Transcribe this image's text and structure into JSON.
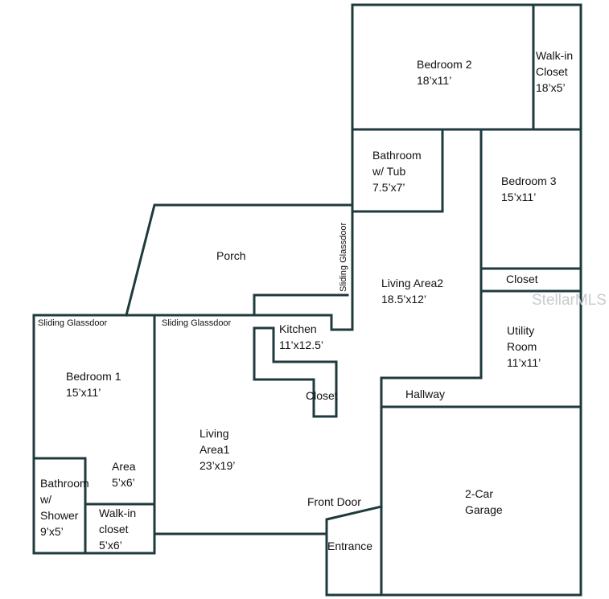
{
  "rooms": {
    "bedroom2": {
      "name": "Bedroom 2",
      "dim": "18’x11’"
    },
    "walkin_closet_top": {
      "line1": "Walk-in",
      "line2": "Closet",
      "dim": "18’x5’"
    },
    "bathroom_tub": {
      "line1": "Bathroom",
      "line2": "w/ Tub",
      "dim": "7.5’x7’"
    },
    "bedroom3": {
      "name": "Bedroom 3",
      "dim": "15’x11’"
    },
    "porch": {
      "name": "Porch"
    },
    "living_area2": {
      "name": "Living Area2",
      "dim": "18.5’x12’"
    },
    "closet_b3": {
      "name": "Closet"
    },
    "kitchen": {
      "name": "Kitchen",
      "dim": "11’x12.5’"
    },
    "utility_room": {
      "line1": "Utility",
      "line2": "Room",
      "dim": "11’x11’"
    },
    "bedroom1": {
      "name": "Bedroom 1",
      "dim": "15’x11’"
    },
    "closet_kitchen": {
      "name": "Closet"
    },
    "hallway": {
      "name": "Hallway"
    },
    "living_area1": {
      "line1": "Living",
      "line2": "Area1",
      "dim": "23’x19’"
    },
    "area": {
      "name": "Area",
      "dim": "5’x6’"
    },
    "bathroom_shower": {
      "line1": "Bathroom",
      "line2": "w/",
      "line3": "Shower",
      "dim": "9’x5’"
    },
    "walkin_closet_bottom": {
      "line1": "Walk-in",
      "line2": "closet",
      "dim": "5’x6’"
    },
    "garage": {
      "line1": "2-Car",
      "line2": "Garage"
    },
    "entrance": {
      "name": "Entrance"
    }
  },
  "labels": {
    "front_door": "Front Door",
    "sliding_glassdoor_left": "Sliding Glassdoor",
    "sliding_glassdoor_mid": "Sliding Glassdoor",
    "sliding_glassdoor_vertical": "Sliding Glassdoor"
  },
  "watermark": "StellarMLS",
  "colors": {
    "wall": "#1f3a3d",
    "watermark": "#c8ccd0"
  }
}
